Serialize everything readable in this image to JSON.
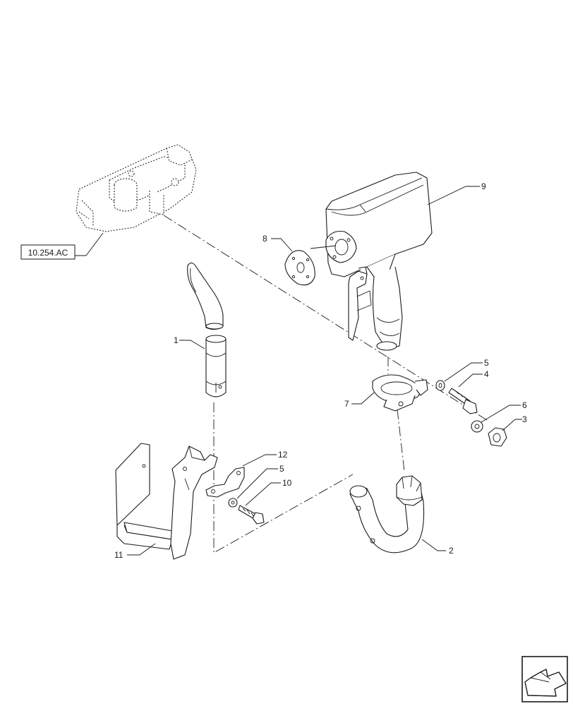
{
  "reference": {
    "label": "10.254.AC"
  },
  "callouts": {
    "c1": "1",
    "c2": "2",
    "c3": "3",
    "c4": "4",
    "c5a": "5",
    "c5b": "5",
    "c6": "6",
    "c7": "7",
    "c8": "8",
    "c9": "9",
    "c10": "10",
    "c11": "11",
    "c12": "12"
  },
  "navigation": {
    "icon": "arrow-icon"
  }
}
